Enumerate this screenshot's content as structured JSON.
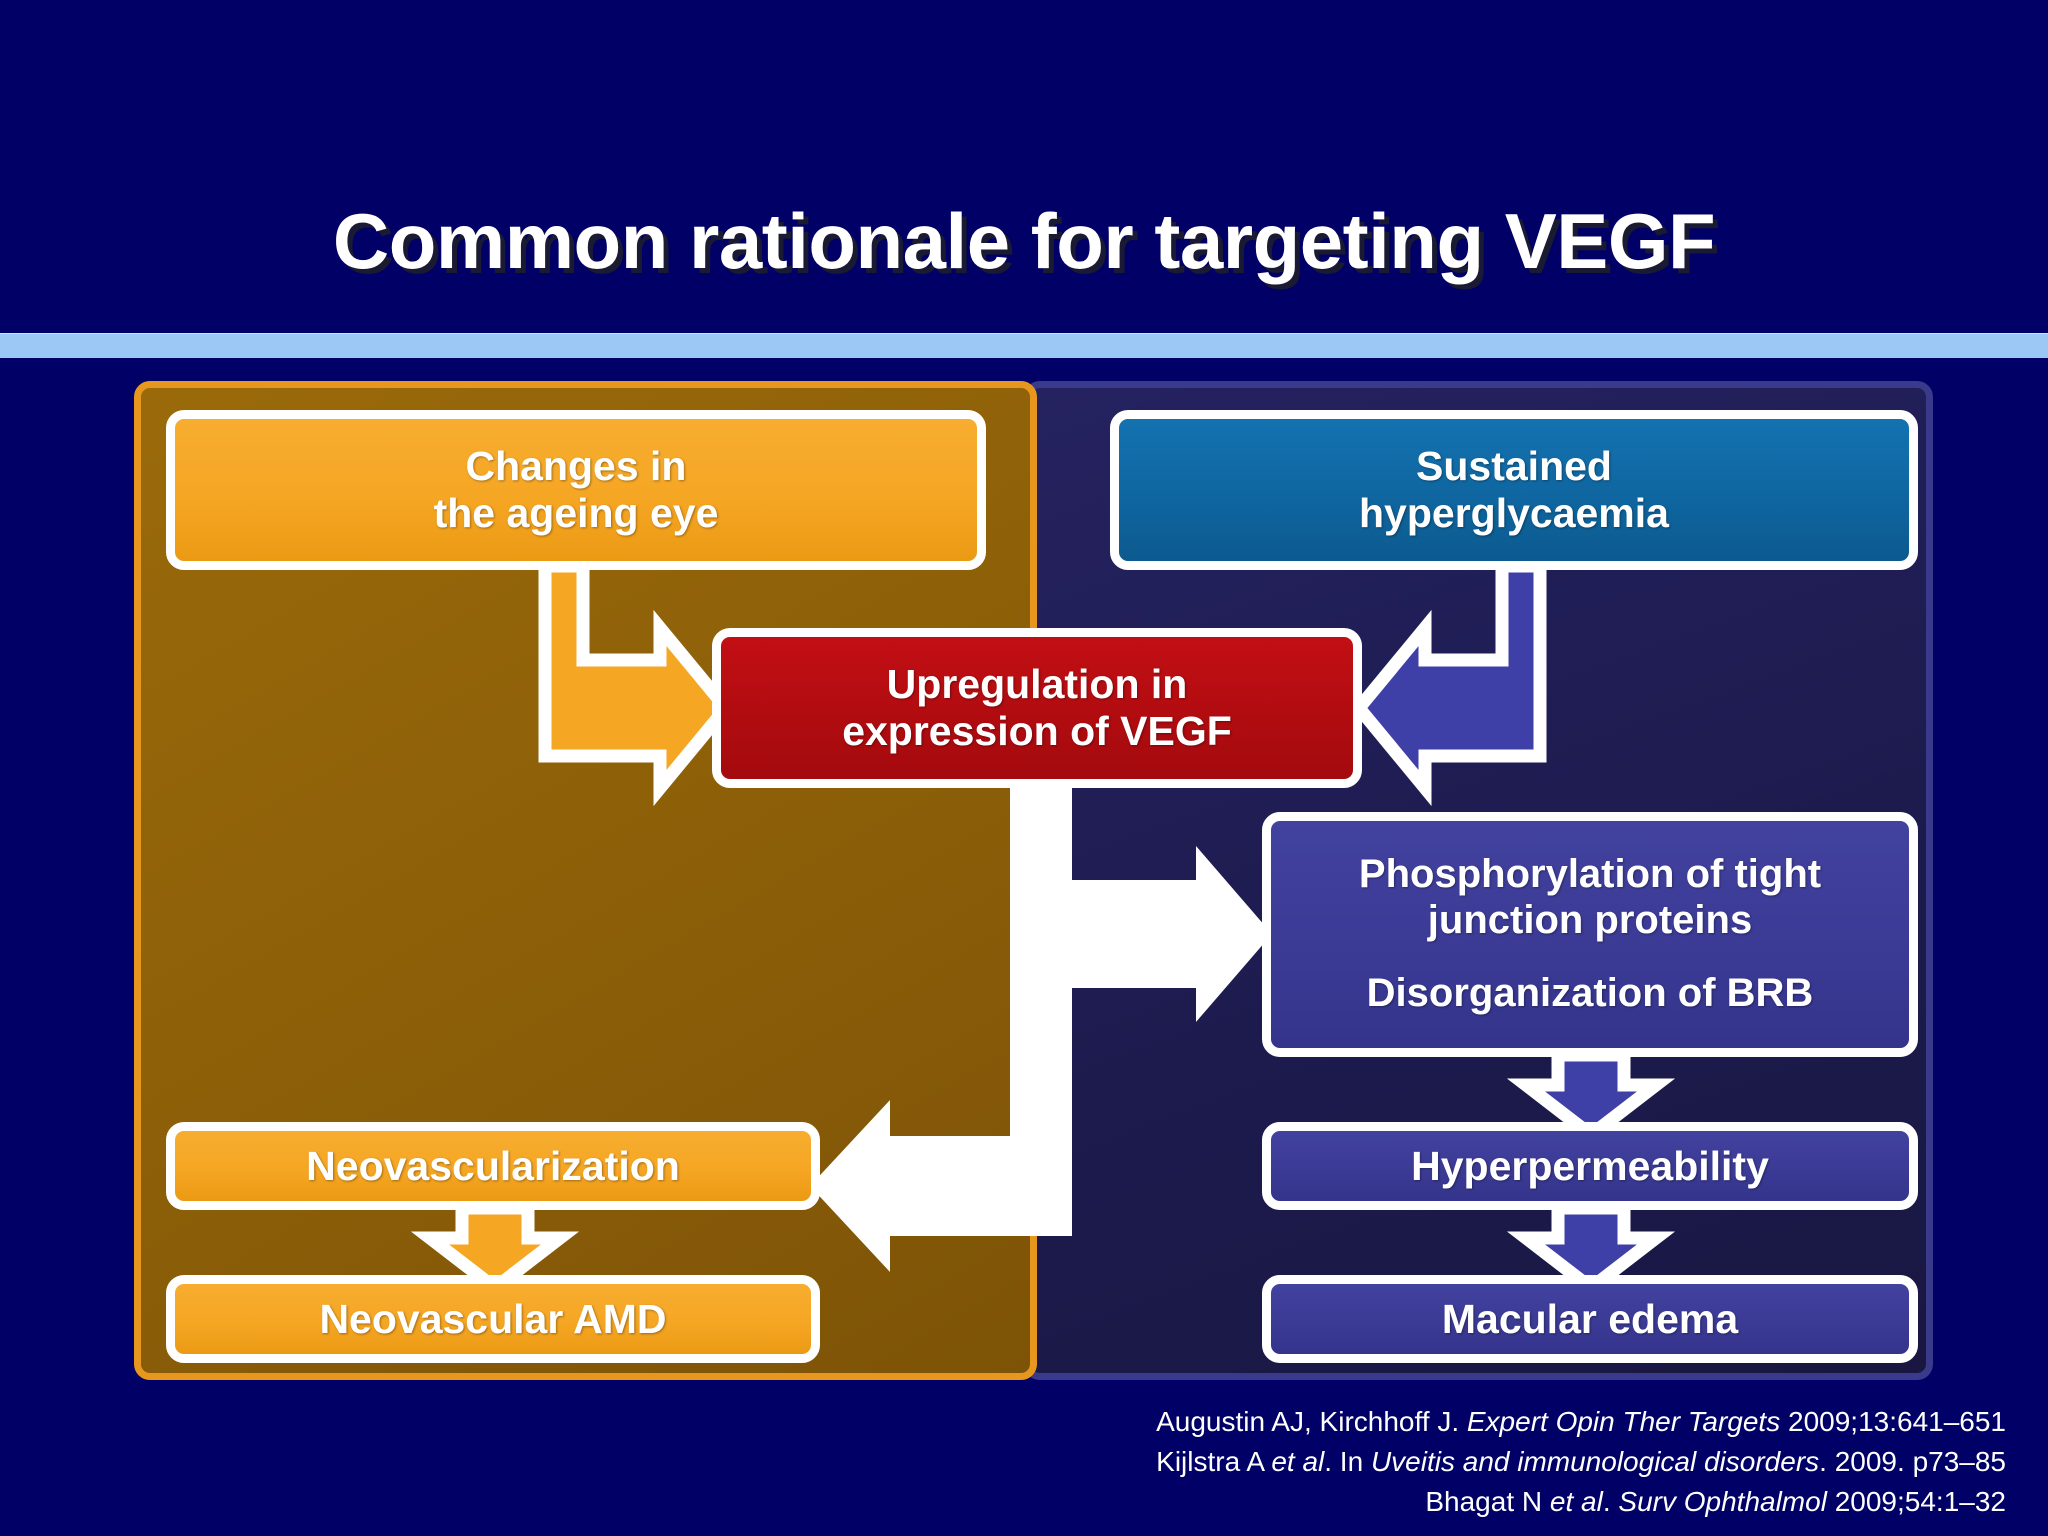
{
  "slide": {
    "title": "Common rationale for targeting VEGF",
    "background_color": "#000066",
    "accent_rule_color": "#9CC8F5"
  },
  "panels": {
    "left": {
      "name": "AMD pathway panel",
      "fill_color": "#8A5D08",
      "border_color": "#E8971E"
    },
    "right": {
      "name": "Diabetic macular edema pathway panel",
      "fill_color": "#1D1B4E",
      "border_color": "#3A3A8C"
    }
  },
  "nodes": {
    "ageing_eye": {
      "line1": "Changes in",
      "line2": "the ageing eye",
      "color": "#F5A623"
    },
    "hyperglycaemia": {
      "line1": "Sustained",
      "line2": "hyperglycaemia",
      "color": "#0F66A0"
    },
    "vegf": {
      "line1": "Upregulation in",
      "line2": "expression of VEGF",
      "color": "#B10C10"
    },
    "phosphorylation": {
      "line1": "Phosphorylation of tight",
      "line2": "junction proteins",
      "line3": "Disorganization of BRB",
      "color": "#3B3B96"
    },
    "neovascularization": {
      "label": "Neovascularization",
      "color": "#F5A623"
    },
    "neovascular_amd": {
      "label": "Neovascular AMD",
      "color": "#F5A623"
    },
    "hyperpermeability": {
      "label": "Hyperpermeability",
      "color": "#3B3B96"
    },
    "macular_edema": {
      "label": "Macular edema",
      "color": "#3B3B96"
    }
  },
  "arrows": {
    "ageing_to_vegf": {
      "color": "#F5A623",
      "direction": "down-right"
    },
    "hyper_to_vegf": {
      "color": "#3F3FA8",
      "direction": "down-left"
    },
    "vegf_to_phos": {
      "color": "#FFFFFF",
      "direction": "down-right"
    },
    "vegf_to_neovasc": {
      "color": "#FFFFFF",
      "direction": "down-left"
    },
    "neovasc_to_amd": {
      "color": "#F5A623",
      "direction": "down"
    },
    "phos_to_hyperperm": {
      "color": "#3F3FA8",
      "direction": "down"
    },
    "hyperperm_to_macular": {
      "color": "#3F3FA8",
      "direction": "down"
    }
  },
  "citations": {
    "line1_a": "Augustin AJ, Kirchhoff J. ",
    "line1_i": "Expert Opin Ther Targets",
    "line1_b": " 2009;13:641–651",
    "line2_a": "Kijlstra A ",
    "line2_i1": "et al",
    "line2_b": ". In ",
    "line2_i2": "Uveitis and immunological disorders",
    "line2_c": ". 2009. p73–85",
    "line3_a": "Bhagat N ",
    "line3_i1": "et al",
    "line3_b": ". ",
    "line3_i2": "Surv Ophthalmol",
    "line3_c": " 2009;54:1–32"
  }
}
